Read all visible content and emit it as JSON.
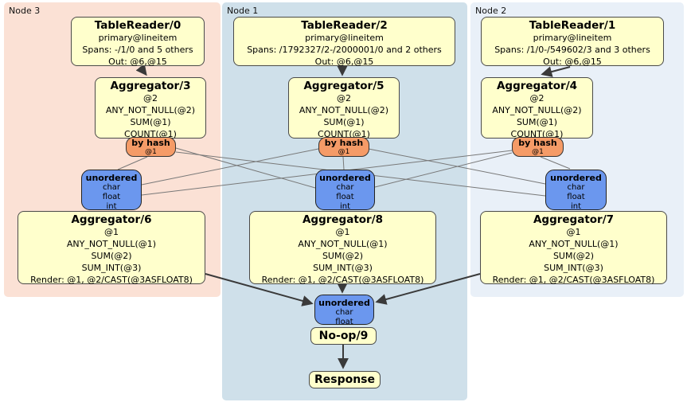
{
  "nodes": {
    "node3": {
      "label": "Node 3",
      "table_reader": {
        "title": "TableReader/0",
        "lines": [
          "primary@lineitem",
          "Spans: -/1/0 and 5 others",
          "Out: @6,@15"
        ]
      },
      "aggregator": {
        "title": "Aggregator/3",
        "lines": [
          "@2",
          "ANY_NOT_NULL(@2)",
          "SUM(@1)",
          "COUNT(@1)"
        ]
      },
      "router": {
        "label": "by hash",
        "key": "@1"
      },
      "stream": {
        "label": "unordered",
        "types": [
          "char",
          "float",
          "int"
        ]
      },
      "final_aggregator": {
        "title": "Aggregator/6",
        "lines": [
          "@1",
          "ANY_NOT_NULL(@1)",
          "SUM(@2)",
          "SUM_INT(@3)",
          "Render: @1, @2/CAST(@3ASFLOAT8)"
        ]
      }
    },
    "node1": {
      "label": "Node 1",
      "table_reader": {
        "title": "TableReader/2",
        "lines": [
          "primary@lineitem",
          "Spans: /1792327/2-/2000001/0 and 2 others",
          "Out: @6,@15"
        ]
      },
      "aggregator": {
        "title": "Aggregator/5",
        "lines": [
          "@2",
          "ANY_NOT_NULL(@2)",
          "SUM(@1)",
          "COUNT(@1)"
        ]
      },
      "router": {
        "label": "by hash",
        "key": "@1"
      },
      "stream": {
        "label": "unordered",
        "types": [
          "char",
          "float",
          "int"
        ]
      },
      "final_aggregator": {
        "title": "Aggregator/8",
        "lines": [
          "@1",
          "ANY_NOT_NULL(@1)",
          "SUM(@2)",
          "SUM_INT(@3)",
          "Render: @1, @2/CAST(@3ASFLOAT8)"
        ]
      }
    },
    "node2": {
      "label": "Node 2",
      "table_reader": {
        "title": "TableReader/1",
        "lines": [
          "primary@lineitem",
          "Spans: /1/0-/549602/3 and 3 others",
          "Out: @6,@15"
        ]
      },
      "aggregator": {
        "title": "Aggregator/4",
        "lines": [
          "@2",
          "ANY_NOT_NULL(@2)",
          "SUM(@1)",
          "COUNT(@1)"
        ]
      },
      "router": {
        "label": "by hash",
        "key": "@1"
      },
      "stream": {
        "label": "unordered",
        "types": [
          "char",
          "float",
          "int"
        ]
      },
      "final_aggregator": {
        "title": "Aggregator/7",
        "lines": [
          "@1",
          "ANY_NOT_NULL(@1)",
          "SUM(@2)",
          "SUM_INT(@3)",
          "Render: @1, @2/CAST(@3ASFLOAT8)"
        ]
      }
    }
  },
  "output": {
    "stream": {
      "label": "unordered",
      "types": [
        "char",
        "float"
      ]
    },
    "noop": {
      "title": "No-op/9"
    },
    "response": {
      "title": "Response"
    }
  },
  "colors": {
    "node3_bg": "#fbe1d5",
    "node1_bg": "#cfe0ea",
    "node2_bg": "#e9f0f8",
    "operator_box": "#ffffcc",
    "router": "#f59b67",
    "stream": "#6b97ee",
    "edge_thin": "#787878",
    "edge_thick": "#3a3a3a"
  }
}
